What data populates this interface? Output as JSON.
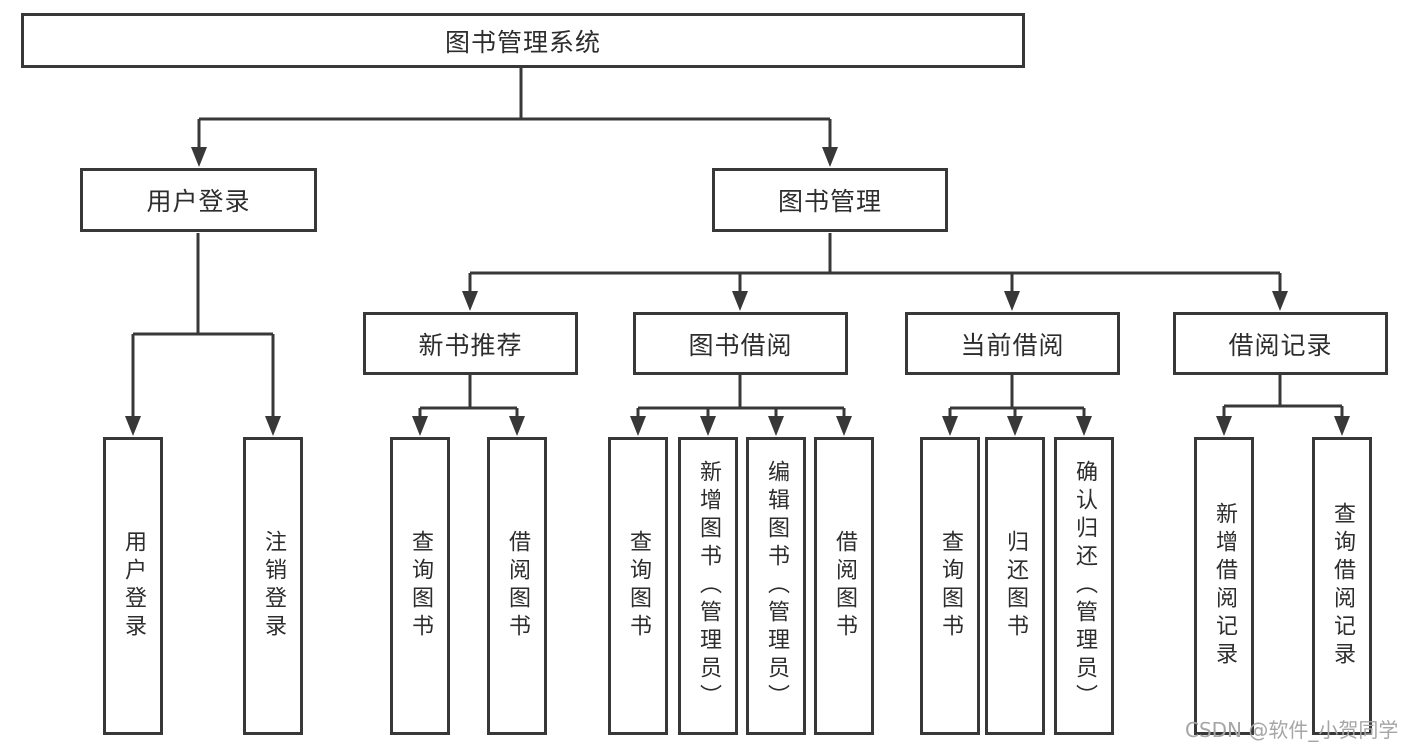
{
  "boxes": {
    "root": "图书管理系统",
    "l2_user_login": "用户登录",
    "l2_book_mgmt": "图书管理",
    "l3_new_book": "新书推荐",
    "l3_borrow": "图书借阅",
    "l3_current": "当前借阅",
    "l3_record": "借阅记录",
    "leaf_user_login": "用户登录",
    "leaf_logout": "注销登录",
    "leaf_nb_query": "查询图书",
    "leaf_nb_borrow": "借阅图书",
    "leaf_bb_query": "查询图书",
    "leaf_bb_add": "新增图书（管理员）",
    "leaf_bb_edit": "编辑图书（管理员）",
    "leaf_bb_borrow": "借阅图书",
    "leaf_cb_query": "查询图书",
    "leaf_cb_return": "归还图书",
    "leaf_cb_confirm": "确认归还（管理员）",
    "leaf_br_add": "新增借阅记录",
    "leaf_br_query": "查询借阅记录"
  },
  "colors": {
    "line": "#383838",
    "text": "#2d2d2d",
    "watermark": "#a6a6a6",
    "background": "#ffffff"
  },
  "watermark": "CSDN @软件_小贺同学"
}
